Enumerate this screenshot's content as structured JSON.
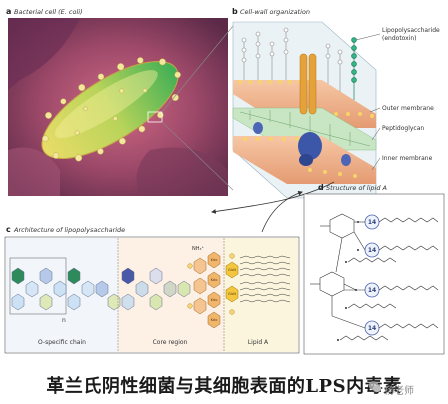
{
  "panels": {
    "a": {
      "letter": "a",
      "title": "Bacterial cell (E. coli)"
    },
    "b": {
      "letter": "b",
      "title": "Cell-wall organization",
      "labels": {
        "lps_line1": "Lipopolysaccharide",
        "lps_line2": "(endotoxin)",
        "outer": "Outer membrane",
        "pepti": "Peptidoglycan",
        "inner": "Inner membrane"
      }
    },
    "c": {
      "letter": "c",
      "title": "Architecture of lipopolysaccharide",
      "n_label": "n",
      "sections": {
        "o_chain": "O-specific chain",
        "core": "Core region",
        "lipid": "Lipid A"
      },
      "nh_label": "NH₃⁺",
      "kdo_label": "Kdo",
      "glcn_label": "GlcN"
    },
    "d": {
      "letter": "d",
      "title": "Structure of lipid A",
      "chain_badge": "14"
    }
  },
  "caption": "革兰氏阴性细菌与其细胞表面的LPS内毒素",
  "watermark": "杨老师"
}
